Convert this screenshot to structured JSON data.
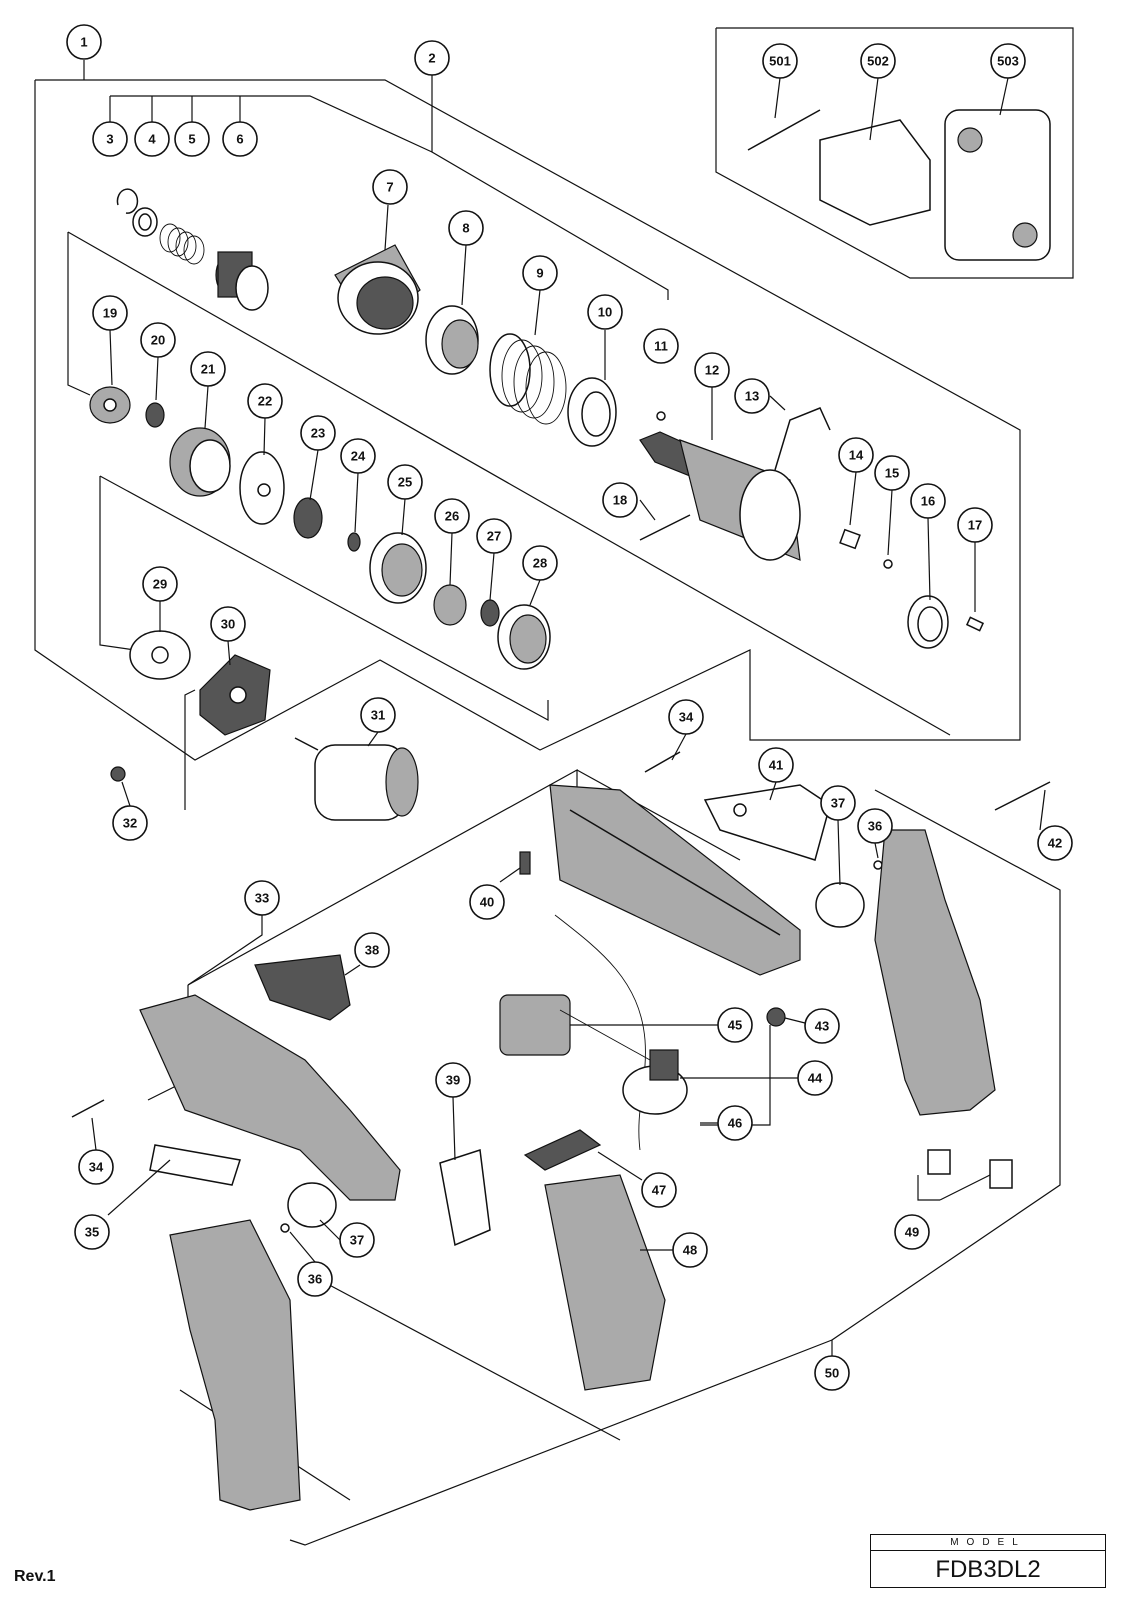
{
  "labels": {
    "p1": "1",
    "p2": "2",
    "p3": "3",
    "p4": "4",
    "p5": "5",
    "p6": "6",
    "p7": "7",
    "p8": "8",
    "p9": "9",
    "p10": "10",
    "p11": "11",
    "p12": "12",
    "p13": "13",
    "p14": "14",
    "p15": "15",
    "p16": "16",
    "p17": "17",
    "p18": "18",
    "p19": "19",
    "p20": "20",
    "p21": "21",
    "p22": "22",
    "p23": "23",
    "p24": "24",
    "p25": "25",
    "p26": "26",
    "p27": "27",
    "p28": "28",
    "p29": "29",
    "p30": "30",
    "p31": "31",
    "p32": "32",
    "p33": "33",
    "p34a": "34",
    "p34b": "34",
    "p35": "35",
    "p36a": "36",
    "p36b": "36",
    "p37a": "37",
    "p37b": "37",
    "p38": "38",
    "p39": "39",
    "p40": "40",
    "p41": "41",
    "p42": "42",
    "p43": "43",
    "p44": "44",
    "p45": "45",
    "p46": "46",
    "p47": "47",
    "p48": "48",
    "p49": "49",
    "p50": "50",
    "p501": "501",
    "p502": "502",
    "p503": "503"
  },
  "footer": {
    "revision": "Rev.1",
    "model_caption": "MODEL",
    "model_number": "FDB3DL2"
  }
}
